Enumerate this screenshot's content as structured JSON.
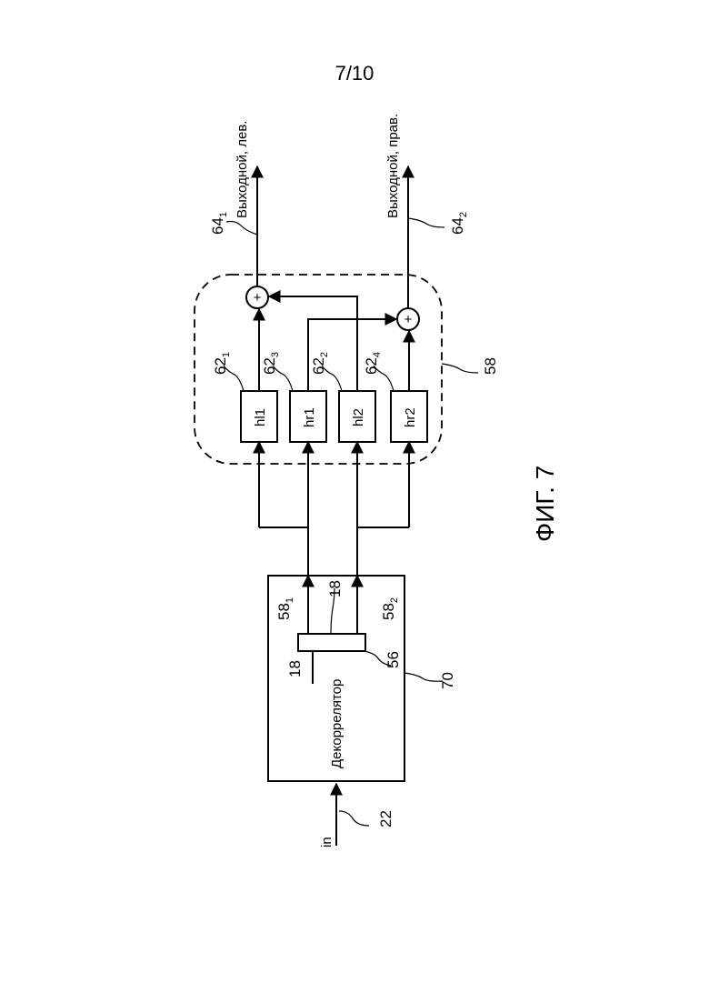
{
  "page": {
    "number": "7/10"
  },
  "figure": {
    "caption": "ФИГ. 7",
    "input_label": "in",
    "decorrelator_label": "Декоррелятор",
    "outputs": {
      "left_label": "Выходной, лев.",
      "right_label": "Выходной, прав."
    },
    "filters": [
      "hl1",
      "hr1",
      "hl2",
      "hr2"
    ],
    "refs": {
      "input_line": "22",
      "decorrelator_box": "70",
      "decorrelator_element": "56",
      "signal_in": "18",
      "signal_out": "18",
      "dec_out_1": {
        "main": "58",
        "sub": "1"
      },
      "dec_out_2": {
        "main": "58",
        "sub": "2"
      },
      "filter_group": "58",
      "filter_1": {
        "main": "62",
        "sub": "1"
      },
      "filter_2": {
        "main": "62",
        "sub": "3"
      },
      "filter_3": {
        "main": "62",
        "sub": "2"
      },
      "filter_4": {
        "main": "62",
        "sub": "4"
      },
      "out_left": {
        "main": "64",
        "sub": "1"
      },
      "out_right": {
        "main": "64",
        "sub": "2"
      }
    },
    "adder_symbol": "+"
  }
}
